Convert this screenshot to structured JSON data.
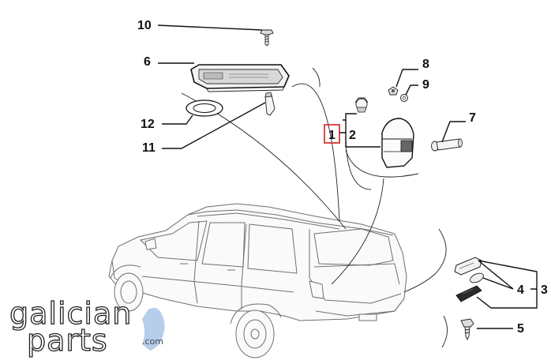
{
  "callouts": {
    "c10": "10",
    "c6": "6",
    "c12": "12",
    "c11": "11",
    "c1": "1",
    "c2": "2",
    "c8": "8",
    "c9": "9",
    "c7": "7",
    "c4": "4",
    "c3": "3",
    "c5": "5"
  },
  "logo": {
    "line1": "galician",
    "line2": "parts",
    "suffix": ".com"
  },
  "colors": {
    "highlight_box": "#d22020",
    "logo_accent": "#a9c6e8",
    "line": "#111111",
    "vehicle": "#6f6f6f"
  }
}
